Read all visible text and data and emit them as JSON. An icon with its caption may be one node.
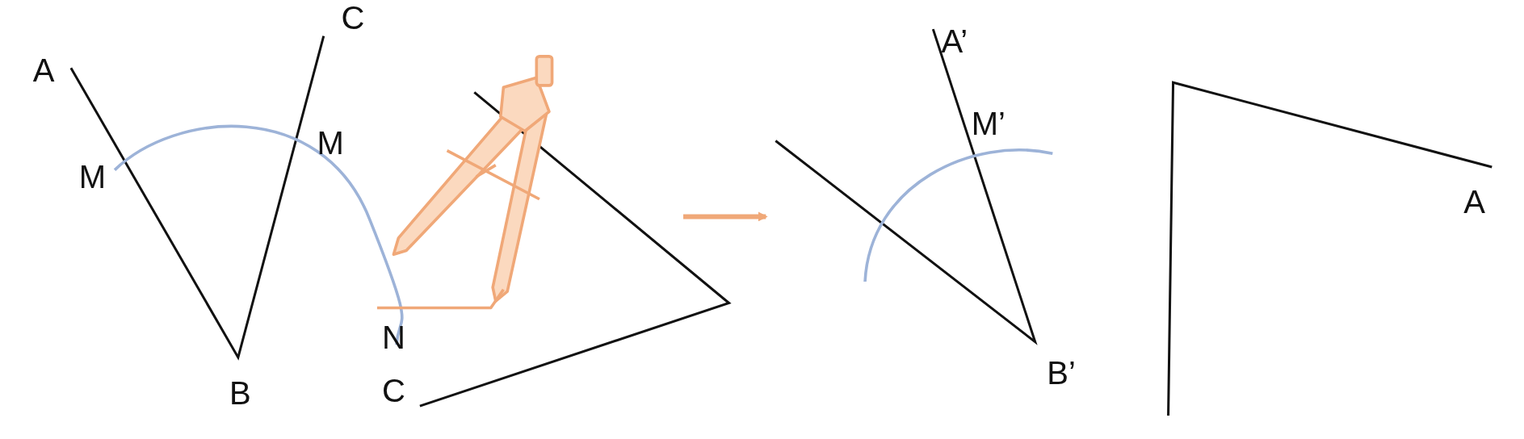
{
  "diagram": {
    "labels": [
      "A",
      "C",
      "M",
      "M",
      "B",
      "N",
      "C",
      "A’",
      "M’",
      "B’",
      "A"
    ]
  }
}
